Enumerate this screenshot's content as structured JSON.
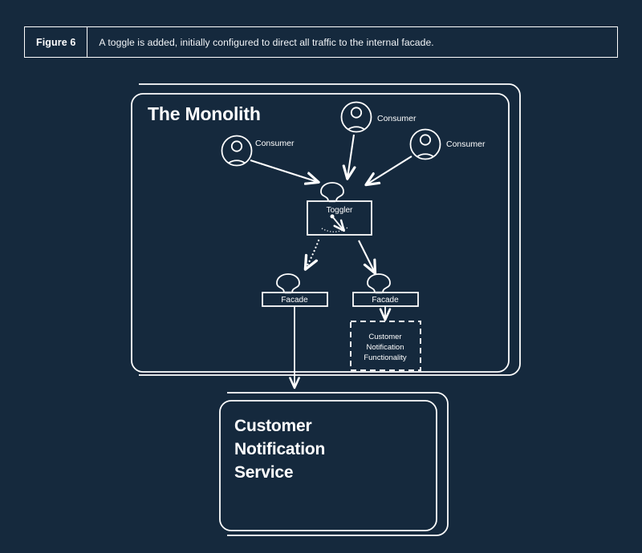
{
  "theme": {
    "background": "#15293d",
    "stroke": "#ffffff",
    "text": "#ffffff"
  },
  "caption": {
    "label": "Figure 6",
    "text": "A toggle is added, initially configured to direct all traffic to the internal facade."
  },
  "diagram": {
    "monolith": {
      "title": "The Monolith"
    },
    "consumers": [
      {
        "label": "Consumer",
        "position": "left"
      },
      {
        "label": "Consumer",
        "position": "top"
      },
      {
        "label": "Consumer",
        "position": "right"
      }
    ],
    "toggler": {
      "label": "Toggler"
    },
    "facades": [
      {
        "label": "Facade",
        "position": "left",
        "incoming": "dotted"
      },
      {
        "label": "Facade",
        "position": "right",
        "incoming": "solid"
      }
    ],
    "internal_functionality": {
      "line1": "Customer",
      "line2": "Notification",
      "line3": "Functionality"
    },
    "service": {
      "line1": "Customer",
      "line2": "Notification",
      "line3": "Service"
    }
  }
}
